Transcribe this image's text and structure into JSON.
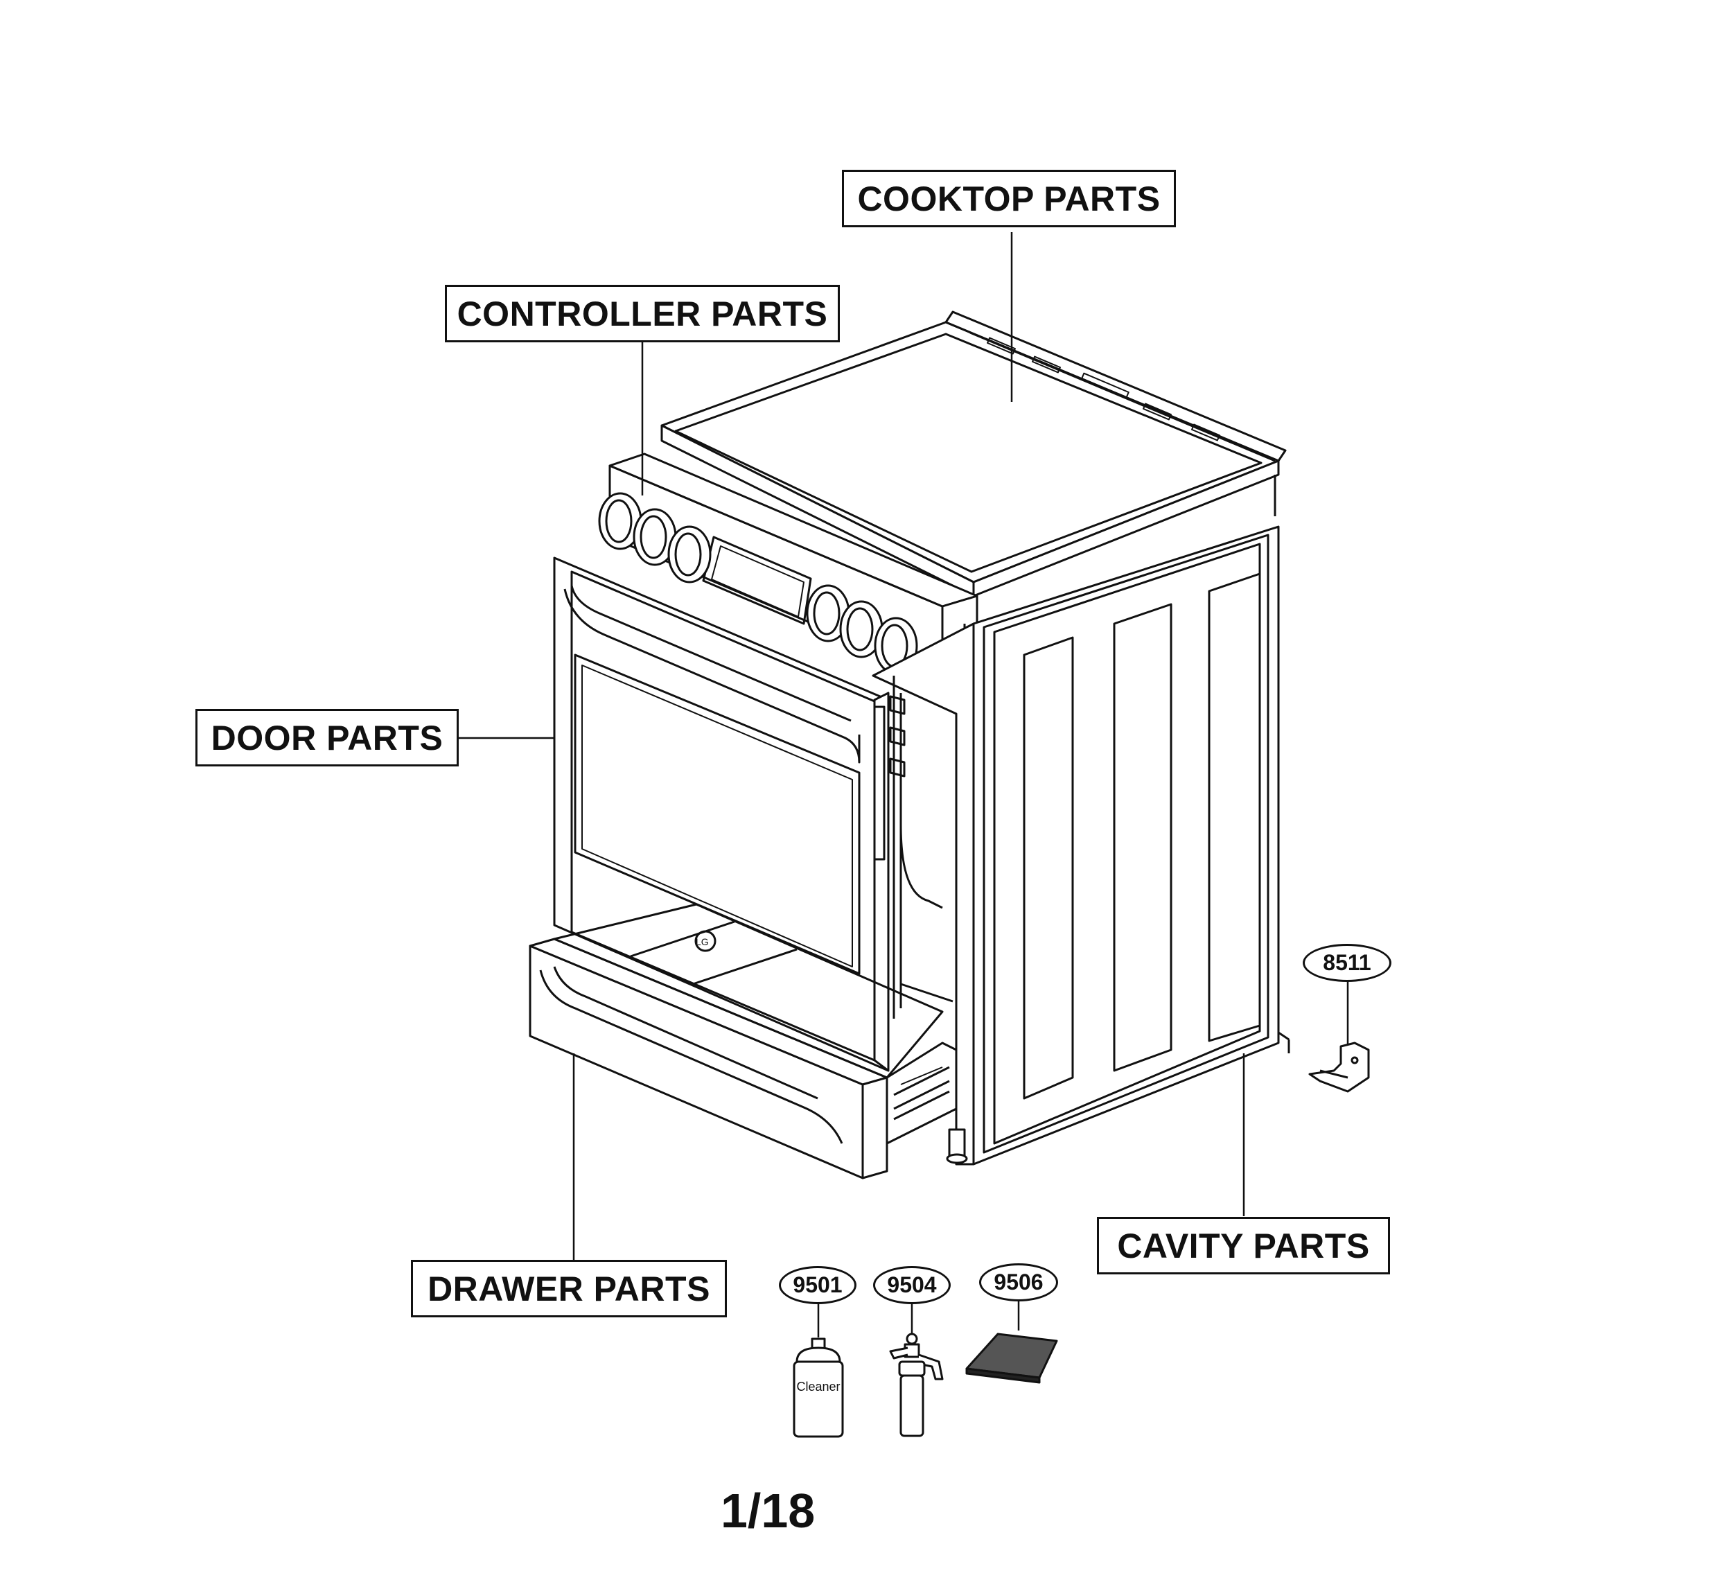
{
  "labels": {
    "cooktop": "COOKTOP PARTS",
    "controller": "CONTROLLER PARTS",
    "door": "DOOR PARTS",
    "drawer": "DRAWER PARTS",
    "cavity": "CAVITY PARTS"
  },
  "parts": {
    "p8511": "8511",
    "p9501": "9501",
    "p9504": "9504",
    "p9506": "9506"
  },
  "bottle_text": "Cleaner",
  "page_number": "1/18"
}
